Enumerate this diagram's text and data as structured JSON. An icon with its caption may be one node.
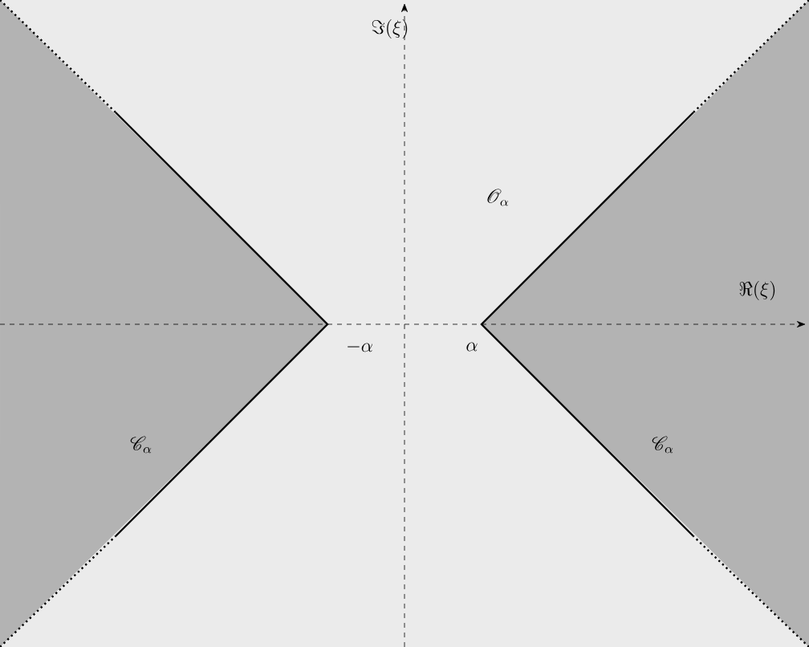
{
  "diagram": {
    "labels": [
      "\\Im(\\xi)",
      "\\mathscr{O}_\\alpha",
      "\\Re(\\xi)",
      "-\\alpha",
      "\\alpha",
      "\\mathscr{C}_\\alpha",
      "\\mathscr{C}_\\alpha"
    ]
  }
}
